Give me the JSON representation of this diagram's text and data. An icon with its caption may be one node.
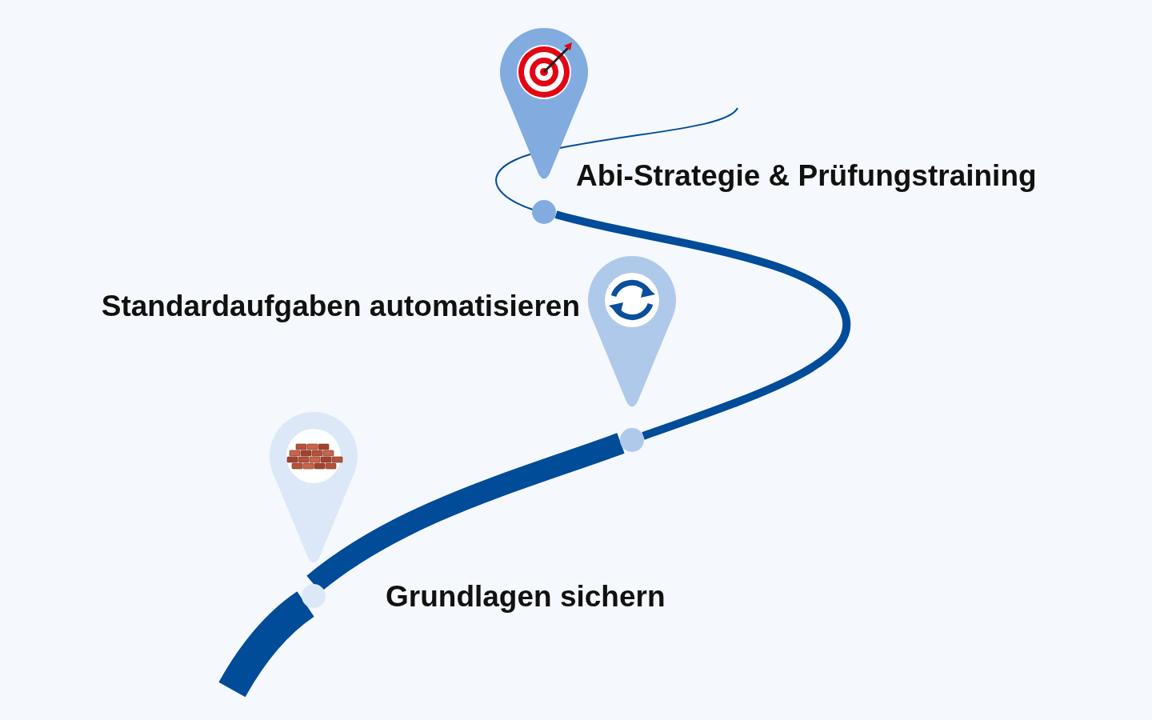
{
  "diagram": {
    "nodes": [
      {
        "text": [],
        "shape": "pin",
        "beside": [
          "Grundlagen sichern"
        ]
      },
      {
        "text": [],
        "shape": "pin",
        "beside": [
          "Standardaufgaben automatisieren"
        ]
      },
      {
        "text": [],
        "shape": "pin",
        "beside": [
          "Abi-Strategie & Prüfungstraining"
        ]
      }
    ],
    "edges": [
      {
        "from": 0,
        "to": 1,
        "arrow": "none",
        "style": "thick"
      },
      {
        "from": 1,
        "to": 2,
        "arrow": "none"
      }
    ]
  }
}
